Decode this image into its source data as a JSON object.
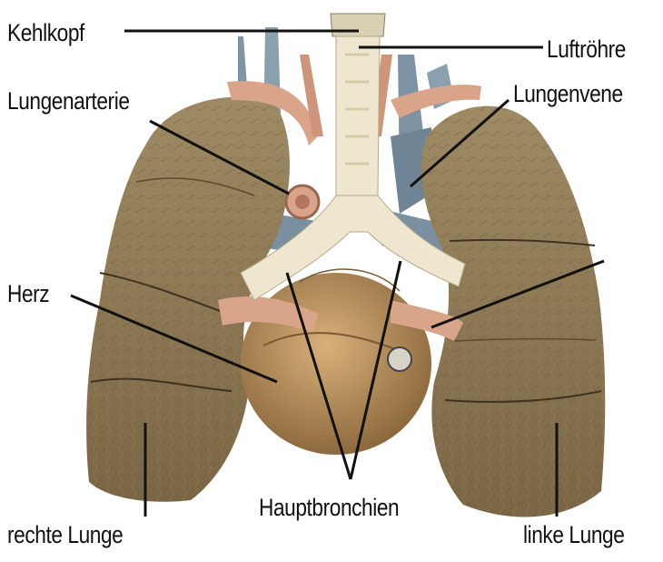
{
  "labels": {
    "kehlkopf": "Kehlkopf",
    "luftroehre": "Luftröhre",
    "lungenarterie": "Lungenarterie",
    "lungenvene": "Lungenvene",
    "herz": "Herz",
    "hauptbronchien": "Hauptbronchien",
    "rechte_lunge": "rechte Lunge",
    "linke_lunge": "linke Lunge"
  },
  "colors": {
    "lung": "#8e7a56",
    "lung_dark": "#5f4f33",
    "trachea": "#efe6cf",
    "heart": "#b58d5c",
    "artery": "#d9a48a",
    "vein": "#7d93a3",
    "line": "#111111"
  }
}
